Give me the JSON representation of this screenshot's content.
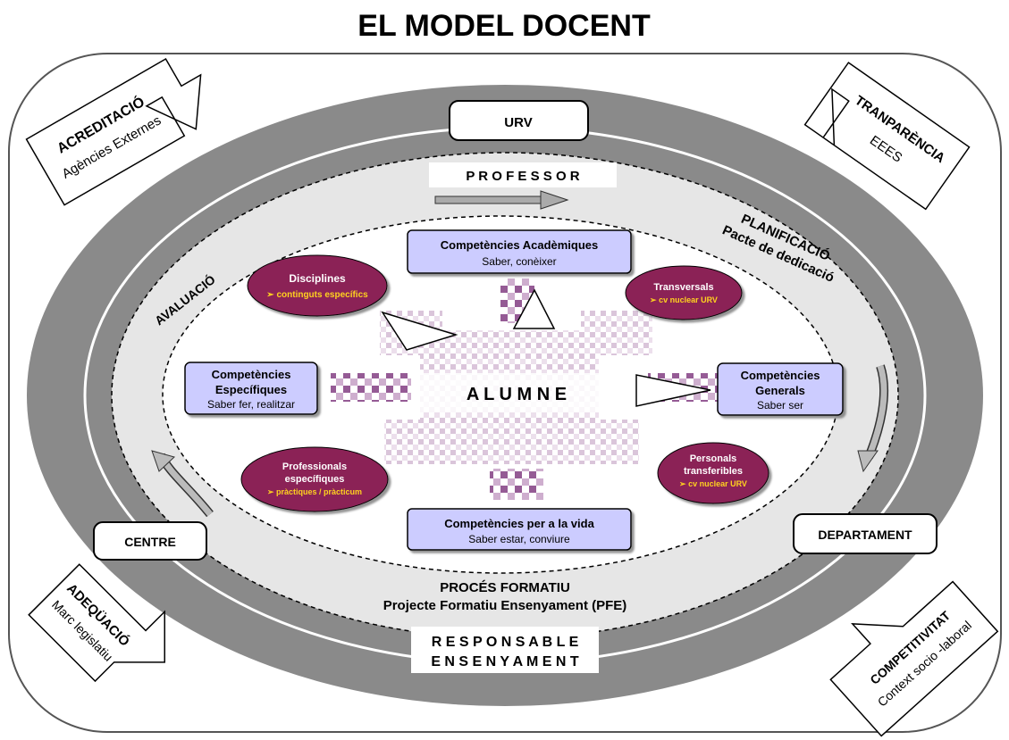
{
  "title": "EL MODEL DOCENT",
  "outer_labels": {
    "urv": "URV",
    "centre": "CENTRE",
    "departament": "DEPARTAMENT",
    "professor": "P R O F E S S O R",
    "responsable_line1": "R E S P O N S A B L E",
    "responsable_line2": "E N S E N Y A M E N T",
    "proces_line1": "PROCÉS FORMATIU",
    "proces_line2": "Projecte Formatiu Ensenyament (PFE)",
    "avaluacio": "AVALUACIÓ",
    "planificacio_line1": "PLANIFICACIÓ",
    "planificacio_line2": "Pacte de dedicació"
  },
  "corner_boxes": {
    "acreditacio": {
      "title": "ACREDITACIÓ",
      "sub": "Agències   Externes"
    },
    "tranparencia": {
      "title": "TRANPARÈNCIA",
      "sub": "EEES"
    },
    "adequacio": {
      "title": "ADEQÜACIÓ",
      "sub": "Marc   legislatiu"
    },
    "competitivitat": {
      "title": "COMPETITIVITAT",
      "sub": "Context   socio -laboral"
    }
  },
  "competencies": {
    "academiques": {
      "title": "Competències  Acadèmiques",
      "sub": "Saber,  conèixer"
    },
    "especifiques": {
      "title_line1": "Competències",
      "title_line2": "Específiques",
      "sub": "Saber fer,  realitzar"
    },
    "generals": {
      "title_line1": "Competències",
      "title_line2": "Generals",
      "sub": "Saber ser"
    },
    "vida": {
      "title": "Competències   per  a la vida",
      "sub": "Saber estar,  conviure"
    }
  },
  "ellipses": {
    "disciplines": {
      "title": "Disciplines",
      "sub": "➢ continguts  específics"
    },
    "transversals": {
      "title": "Transversals",
      "sub": "➢ cv  nuclear URV"
    },
    "professionals": {
      "title_line1": "Professionals",
      "title_line2": "específiques",
      "sub": "➢ pràctiques  / pràcticum"
    },
    "personals": {
      "title_line1": "Personals",
      "title_line2": "transferibles",
      "sub": "➢ cv  nuclear URV"
    }
  },
  "center": "A L U M N E",
  "colors": {
    "ring_dark": "#8a8a8a",
    "ring_light": "#e6e6e6",
    "box_fill": "#ccccff",
    "ellipse_fill": "#8b2457",
    "ellipse_sub": "#ffd21f",
    "checker": "#7a3a7a"
  }
}
